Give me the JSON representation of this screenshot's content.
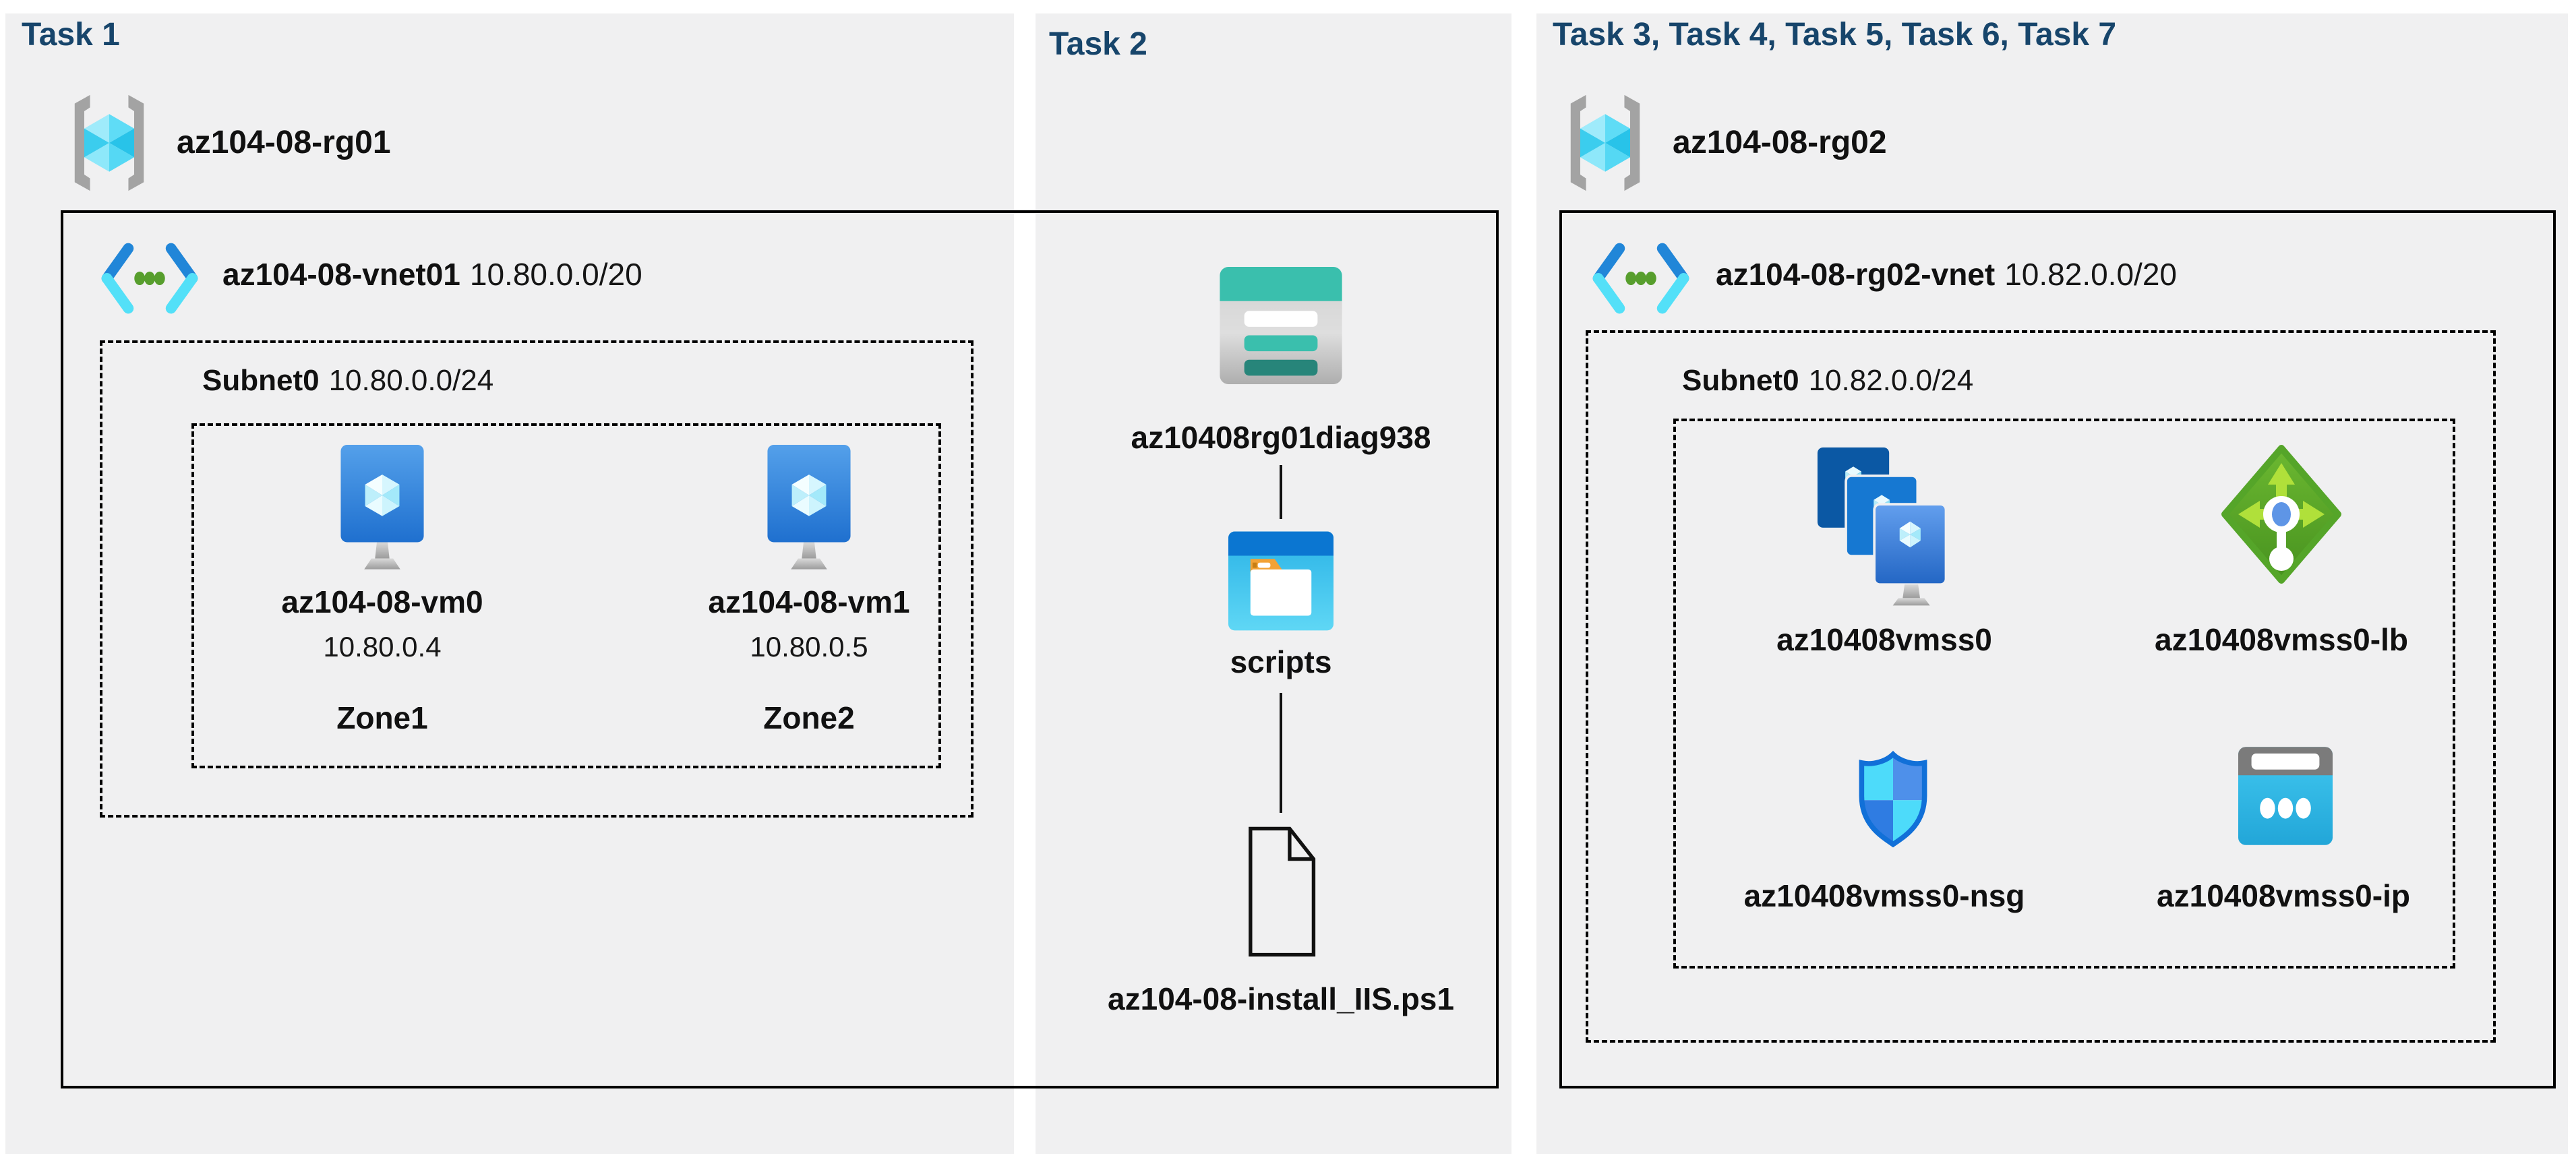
{
  "colors": {
    "canvas_bg": "#ffffff",
    "panel_bg": "#f0f0f1",
    "header_text": "#17456b",
    "label_text": "#111111",
    "box_border": "#000000",
    "azure_blue": "#1b7fd8",
    "azure_cyan": "#50e6ff",
    "storage_teal": "#3abfad",
    "lb_green": "#5aab2b",
    "folder_orange": "#f2a236",
    "bracket_gray": "#a3a3a3"
  },
  "task1": {
    "header": "Task 1",
    "resource_group": {
      "name": "az104-08-rg01",
      "icon": "resource-group-icon"
    },
    "vnet": {
      "name": "az104-08-vnet01",
      "cidr": "10.80.0.0/20",
      "icon": "virtual-network-icon"
    },
    "subnet": {
      "name": "Subnet0",
      "cidr": "10.80.0.0/24"
    },
    "vms": [
      {
        "name": "az104-08-vm0",
        "ip": "10.80.0.4",
        "zone": "Zone1",
        "icon": "virtual-machine-icon"
      },
      {
        "name": "az104-08-vm1",
        "ip": "10.80.0.5",
        "zone": "Zone2",
        "icon": "virtual-machine-icon"
      }
    ]
  },
  "task2": {
    "header": "Task 2",
    "storage_account": {
      "label": "az10408rg01diag938",
      "icon": "storage-account-icon"
    },
    "folder": {
      "label": "scripts",
      "icon": "folder-icon"
    },
    "file": {
      "label": "az104-08-install_IIS.ps1",
      "icon": "file-icon"
    }
  },
  "task3": {
    "header": "Task 3, Task 4, Task 5, Task 6, Task 7",
    "resource_group": {
      "name": "az104-08-rg02",
      "icon": "resource-group-icon"
    },
    "vnet": {
      "name": "az104-08-rg02-vnet",
      "cidr": "10.82.0.0/20",
      "icon": "virtual-network-icon"
    },
    "subnet": {
      "name": "Subnet0",
      "cidr": "10.82.0.0/24"
    },
    "resources": [
      {
        "label": "az10408vmss0",
        "icon": "vm-scale-set-icon"
      },
      {
        "label": "az10408vmss0-lb",
        "icon": "load-balancer-icon"
      },
      {
        "label": "az10408vmss0-nsg",
        "icon": "network-security-group-icon"
      },
      {
        "label": "az10408vmss0-ip",
        "icon": "public-ip-icon"
      }
    ]
  }
}
